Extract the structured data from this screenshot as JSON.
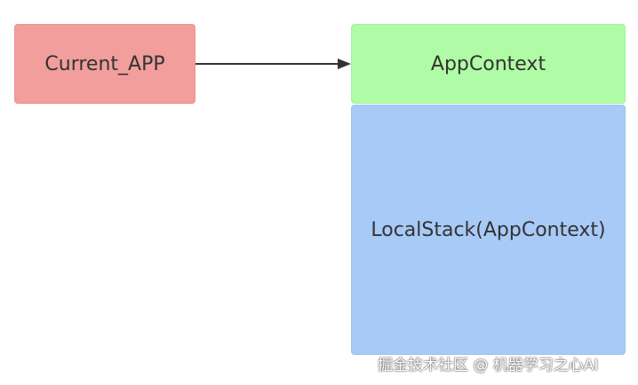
{
  "diagram": {
    "current_app_label": "Current_APP",
    "appcontext_label": "AppContext",
    "localstack_label": "LocalStack(AppContext)"
  },
  "watermark": {
    "text": "掘金技术社区 @ 机器学习之心AI"
  },
  "colors": {
    "current_app_fill": "#f19e9c",
    "appcontext_fill": "#b0fba5",
    "localstack_fill": "#a8caf7",
    "arrow": "#333333",
    "text": "#333333"
  }
}
